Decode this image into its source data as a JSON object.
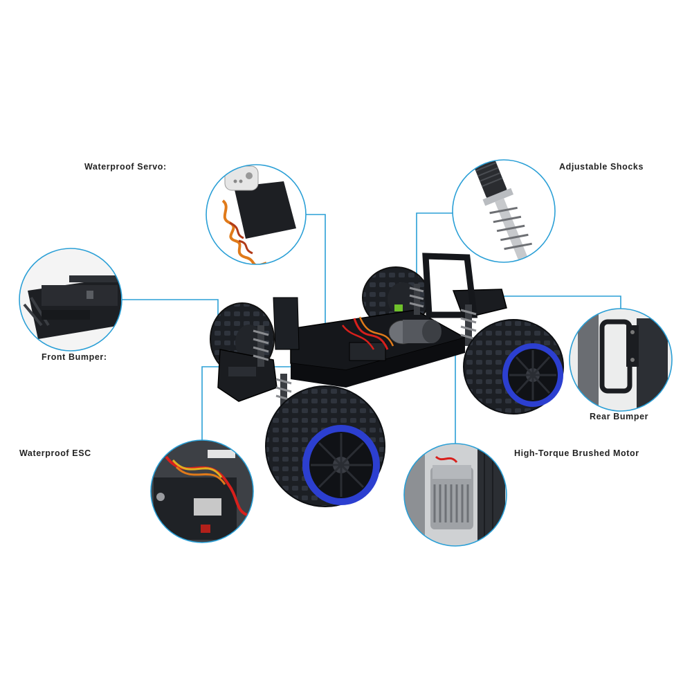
{
  "colors": {
    "callout_line": "#2a9fd6",
    "tire": "#1c1f24",
    "tire_tread": "#2b3038",
    "rim_accent": "#2c3fd0",
    "chassis": "#15171b",
    "spring": "#6d6f73",
    "wire_red": "#d8201c",
    "wire_orange": "#e07a1a"
  },
  "callouts": [
    {
      "id": "servo",
      "label": "Waterproof Servo:",
      "icon": "servo-icon"
    },
    {
      "id": "shocks",
      "label": "Adjustable Shocks",
      "icon": "shock-absorber-icon"
    },
    {
      "id": "front_bumper",
      "label": "Front Bumper:",
      "icon": "front-bumper-icon"
    },
    {
      "id": "rear_bumper",
      "label": "Rear Bumper",
      "icon": "rear-bumper-icon"
    },
    {
      "id": "esc",
      "label": "Waterproof ESC",
      "icon": "esc-icon"
    },
    {
      "id": "motor",
      "label": "High-Torque Brushed Motor",
      "icon": "brushed-motor-icon"
    }
  ]
}
